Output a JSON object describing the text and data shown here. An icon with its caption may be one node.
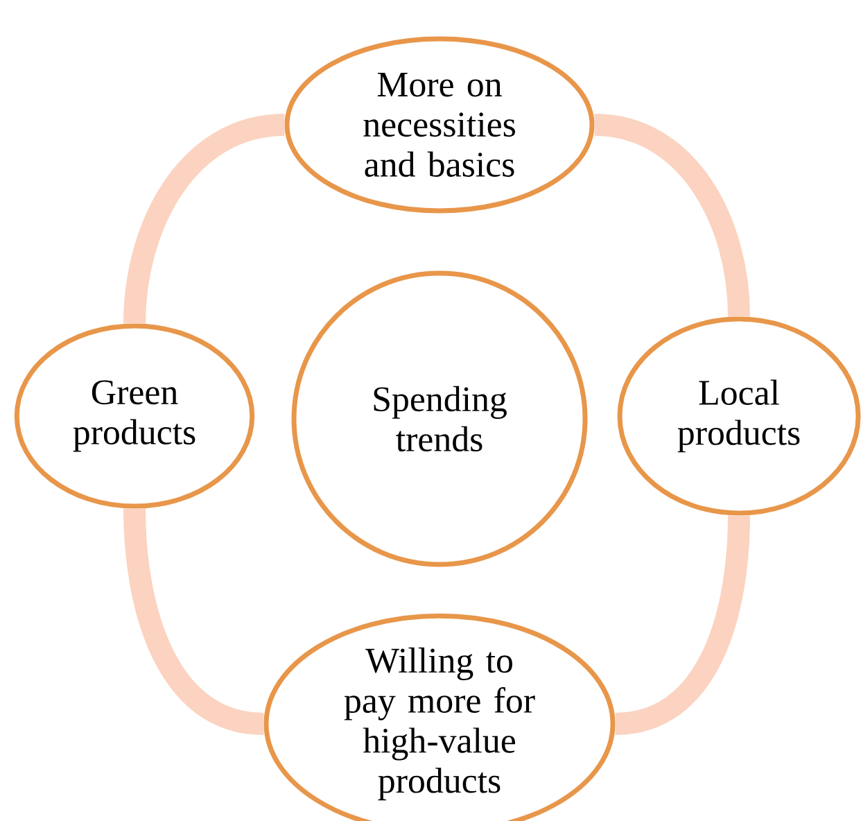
{
  "diagram": {
    "nodes": [
      {
        "text": [
          "More on necessities and basics"
        ]
      },
      {
        "text": [
          "Green products"
        ]
      },
      {
        "text": [
          "Spending trends"
        ]
      },
      {
        "text": [
          "Local products"
        ]
      },
      {
        "text": [
          "Willing to pay more for high-value products"
        ]
      }
    ],
    "edges": [
      {
        "from": 0,
        "to": 3,
        "arrow": "none"
      },
      {
        "from": 3,
        "to": 4,
        "arrow": "none"
      },
      {
        "from": 4,
        "to": 1,
        "arrow": "none"
      },
      {
        "from": 1,
        "to": 0,
        "arrow": "none"
      }
    ]
  }
}
